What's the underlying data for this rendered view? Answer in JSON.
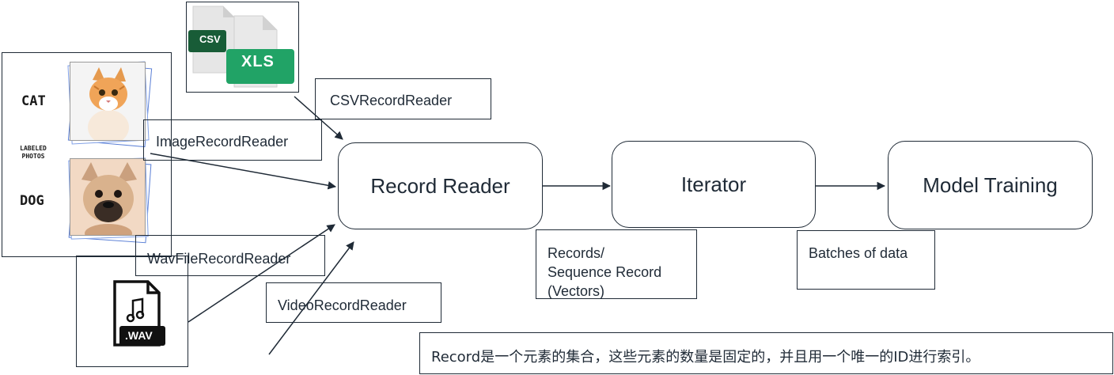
{
  "left_panel": {
    "cat_label": "CAT",
    "photos_label_line1": "LABELED",
    "photos_label_line2": "PHOTOS",
    "dog_label": "DOG"
  },
  "file_icons": {
    "csv_label": "CSV",
    "xls_label": "XLS",
    "wav_label": ".WAV"
  },
  "readers": {
    "csv": "CSVRecordReader",
    "image": "ImageRecordReader",
    "wav": "WavFileRecordReader",
    "video": "VideoRecordReader"
  },
  "pipeline": {
    "record_reader": "Record Reader",
    "iterator": "Iterator",
    "model_training": "Model Training"
  },
  "notes": {
    "records_line1": "Records/",
    "records_line2": "Sequence Record",
    "records_line3": "(Vectors)",
    "batches": "Batches of data",
    "definition": "Record是一个元素的集合，这些元素的数量是固定的，并且用一个唯一的ID进行索引。"
  },
  "colors": {
    "line": "#1f2a36",
    "xls_green": "#21a366",
    "csv_green": "#185c37",
    "file_gray": "#e3e3e3"
  }
}
